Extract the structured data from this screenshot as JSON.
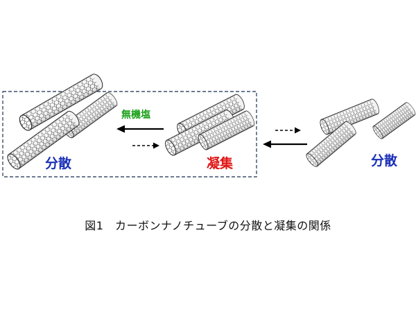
{
  "labels": {
    "dispersion_left": "分散",
    "dispersion_right": "分散",
    "aggregation": "凝集",
    "salt": "無機塩"
  },
  "caption": "図1　カーボンナノチューブの分散と凝集の関係",
  "colors": {
    "dispersion": "#1a2fb8",
    "aggregation": "#e01616",
    "salt": "#1aa01a",
    "box_border": "#3a4f6a",
    "tube_stroke": "#2a2a2a",
    "arrow": "#000000"
  }
}
